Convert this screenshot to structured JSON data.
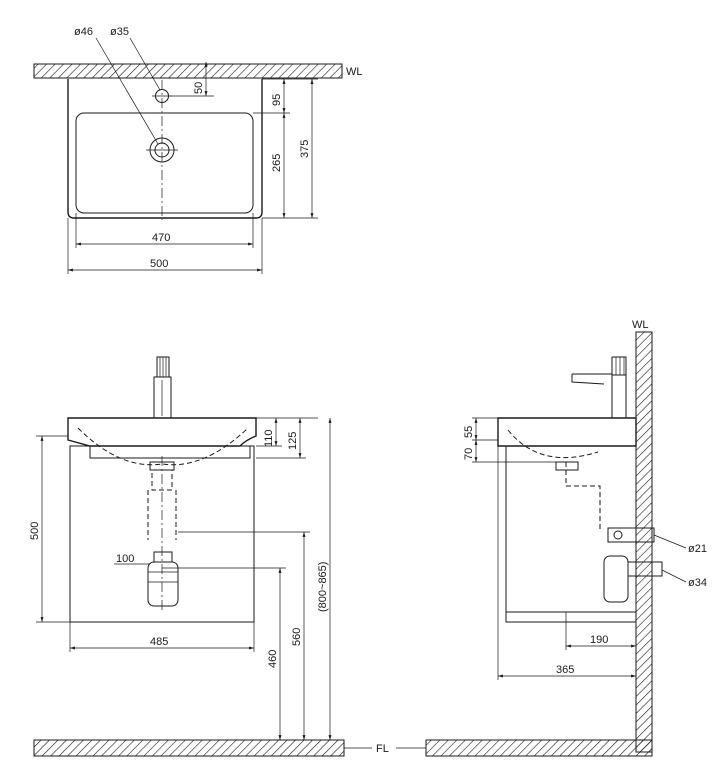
{
  "labels": {
    "wall_top": "WL",
    "wall_side": "WL",
    "floor": "FL"
  },
  "dimensions": {
    "d46": "ø46",
    "d35": "ø35",
    "d50": "50",
    "d95": "95",
    "d375": "375",
    "d265": "265",
    "d470": "470",
    "d500_top": "500",
    "d110": "110",
    "d125": "125",
    "d500_side": "500",
    "d100": "100",
    "d800_865": "(800~865)",
    "d560": "560",
    "d460": "460",
    "d485": "485",
    "d55": "55",
    "d70": "70",
    "d21": "ø21",
    "d34": "ø34",
    "d190": "190",
    "d365": "365"
  }
}
